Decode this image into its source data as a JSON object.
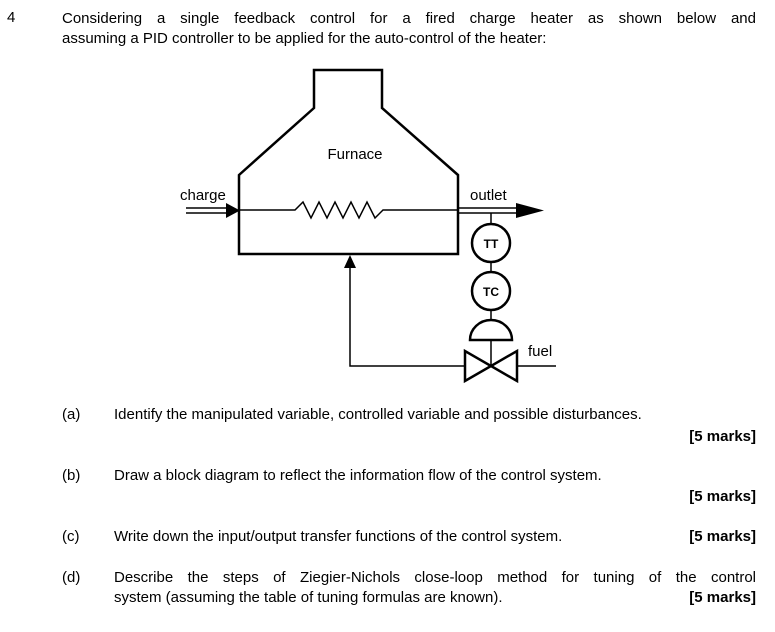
{
  "question": {
    "number": "4",
    "intro_line1": "Considering a single feedback control for a fired charge heater as shown below and",
    "intro_line2": "assuming a PID controller to be applied for the auto-control of the heater:"
  },
  "diagram": {
    "furnace_label": "Furnace",
    "charge_label": "charge",
    "outlet_label": "outlet",
    "tt_label": "TT",
    "tc_label": "TC",
    "fuel_label": "fuel"
  },
  "parts": [
    {
      "label": "(a)",
      "text": "Identify the manipulated variable, controlled variable and possible disturbances.",
      "marks": "[5 marks]"
    },
    {
      "label": "(b)",
      "text": "Draw a block diagram to reflect the information flow of the control system.",
      "marks": "[5 marks]"
    },
    {
      "label": "(c)",
      "text": "Write down the input/output transfer functions of the control system.",
      "marks": "[5 marks]"
    },
    {
      "label": "(d)",
      "text_line1": "Describe the steps of Ziegier-Nichols close-loop method for tuning of the control",
      "text_line2": "system (assuming the table of tuning formulas are known).",
      "marks": "[5 marks]"
    }
  ]
}
